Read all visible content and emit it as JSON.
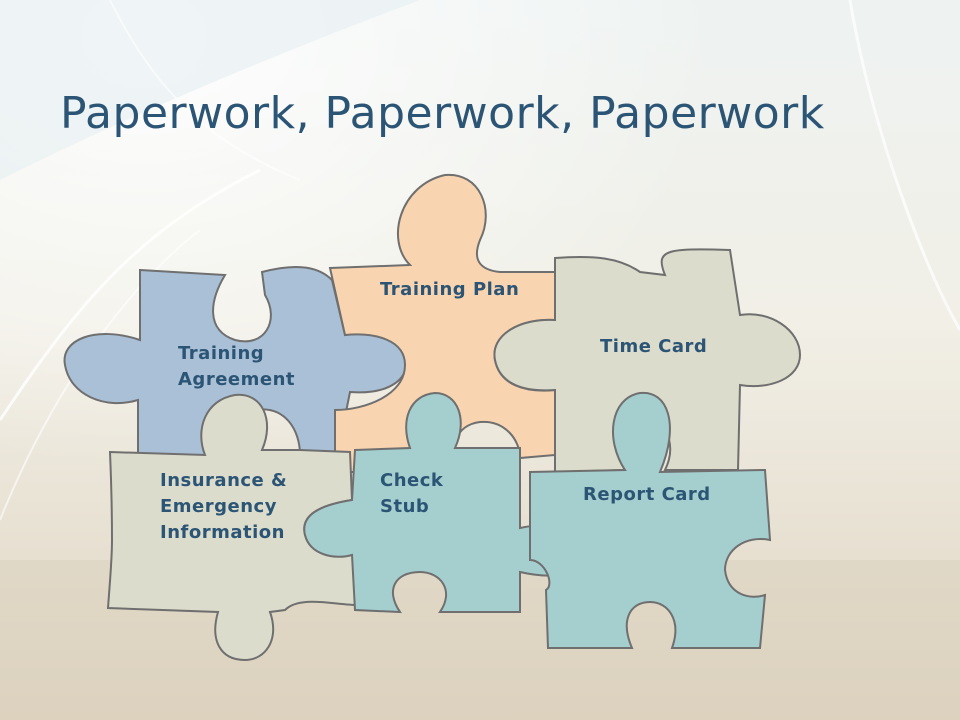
{
  "slide": {
    "title": "Paperwork, Paperwork, Paperwork"
  },
  "pieces": {
    "training_agreement": {
      "label_line1": "Training",
      "label_line2": "Agreement",
      "color": "#a9c0d6"
    },
    "training_plan": {
      "label": "Training Plan",
      "color": "#f8d4b0"
    },
    "time_card": {
      "label": "Time Card",
      "color": "#dcdccc"
    },
    "insurance": {
      "label_line1": "Insurance &",
      "label_line2": "Emergency",
      "label_line3": "Information",
      "color": "#dcdccc"
    },
    "check_stub": {
      "label_line1": "Check",
      "label_line2": "Stub",
      "color": "#a5cecf"
    },
    "report_card": {
      "label": "Report Card",
      "color": "#a5cecf"
    }
  },
  "colors": {
    "title": "#2c5575",
    "piece_outline": "#6f6f6f",
    "shadow": "#8b8b8b"
  }
}
